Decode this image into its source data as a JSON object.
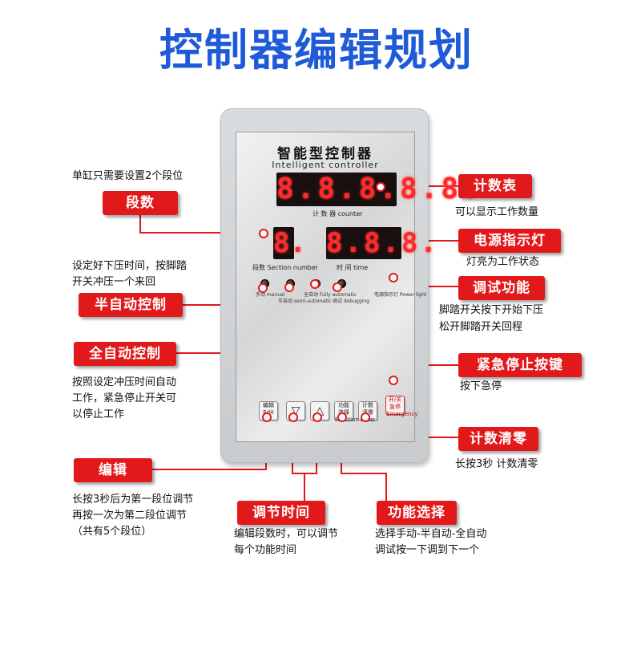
{
  "page": {
    "title": "控制器编辑规划"
  },
  "device": {
    "title": "智能型控制器",
    "subtitle": "Intelligent controller",
    "counter_display": "8.8.8.8.8.",
    "counter_label": "计 数 器 counter",
    "section_display": "8.",
    "section_label": "段数 Section number",
    "time_display": "8.8.8.",
    "time_label": "时 间 time",
    "leds": [
      {
        "label": "手动 manual"
      },
      {
        "label": "半自动 semi-automatic"
      },
      {
        "label": "全自动 Fully automatic"
      },
      {
        "label": "调试 debugging"
      },
      {
        "label": "电源指示灯 Power light"
      }
    ],
    "buttons": {
      "edit": "编辑 Edit",
      "down": "▽",
      "up": "△",
      "function_select": "功能 选择 Function",
      "count_clear": "计数 清零 Clear",
      "emergency": "开/关 急停 Emergency"
    }
  },
  "callouts": {
    "section": {
      "tag": "段数",
      "note": "单缸只需要设置2个段位"
    },
    "counter": {
      "tag": "计数表",
      "note": "可以显示工作数量"
    },
    "power": {
      "tag": "电源指示灯",
      "note": "灯亮为工作状态"
    },
    "semi": {
      "tag": "半自动控制",
      "note1": "设定好下压时间，按脚踏",
      "note2": "开关冲压一个来回"
    },
    "debug": {
      "tag": "调试功能",
      "note1": "脚踏开关按下开始下压",
      "note2": "松开脚踏开关回程"
    },
    "full": {
      "tag": "全自动控制",
      "note1": "按照设定冲压时间自动",
      "note2": "工作，紧急停止开关可",
      "note3": "以停止工作"
    },
    "emergency": {
      "tag": "紧急停止按键",
      "note": "按下急停"
    },
    "clear": {
      "tag": "计数清零",
      "note": "长按3秒 计数清零"
    },
    "edit": {
      "tag": "编辑",
      "note1": "长按3秒后为第一段位调节",
      "note2": "再按一次为第二段位调节",
      "note3": "（共有5个段位）"
    },
    "adjust": {
      "tag": "调节时间",
      "note1": "编辑段数时，可以调节",
      "note2": "每个功能时间"
    },
    "function": {
      "tag": "功能选择",
      "note1": "选择手动-半自动-全自动",
      "note2": "调试按一下调到下一个"
    }
  },
  "colors": {
    "title": "#1f5bd8",
    "tag": "#e2191b",
    "led_digit": "#ff2a2a"
  }
}
